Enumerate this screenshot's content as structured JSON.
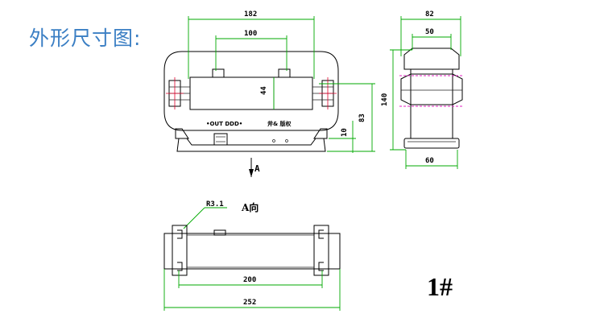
{
  "title": "外形尺寸图:",
  "part_number": "1#",
  "front_view": {
    "dims": {
      "width_182": "182",
      "width_100": "100",
      "height_44": "44",
      "height_83": "83",
      "height_10": "10"
    },
    "labels": {
      "out_label": "•OUT DDD•",
      "brand_label": "斧& 版权"
    },
    "arrow_label": "A"
  },
  "side_view": {
    "dims": {
      "width_82": "82",
      "width_50": "50",
      "height_140": "140",
      "base_60": "60"
    }
  },
  "bottom_view": {
    "title": "A向",
    "hole_label": "R3.1",
    "dims": {
      "width_200": "200",
      "width_252": "252"
    }
  },
  "colors": {
    "title": "#3b7fc4",
    "dimension_lines": "#00aa00",
    "center_marks": "#e0002a",
    "hidden_lines": "#e020c0"
  }
}
